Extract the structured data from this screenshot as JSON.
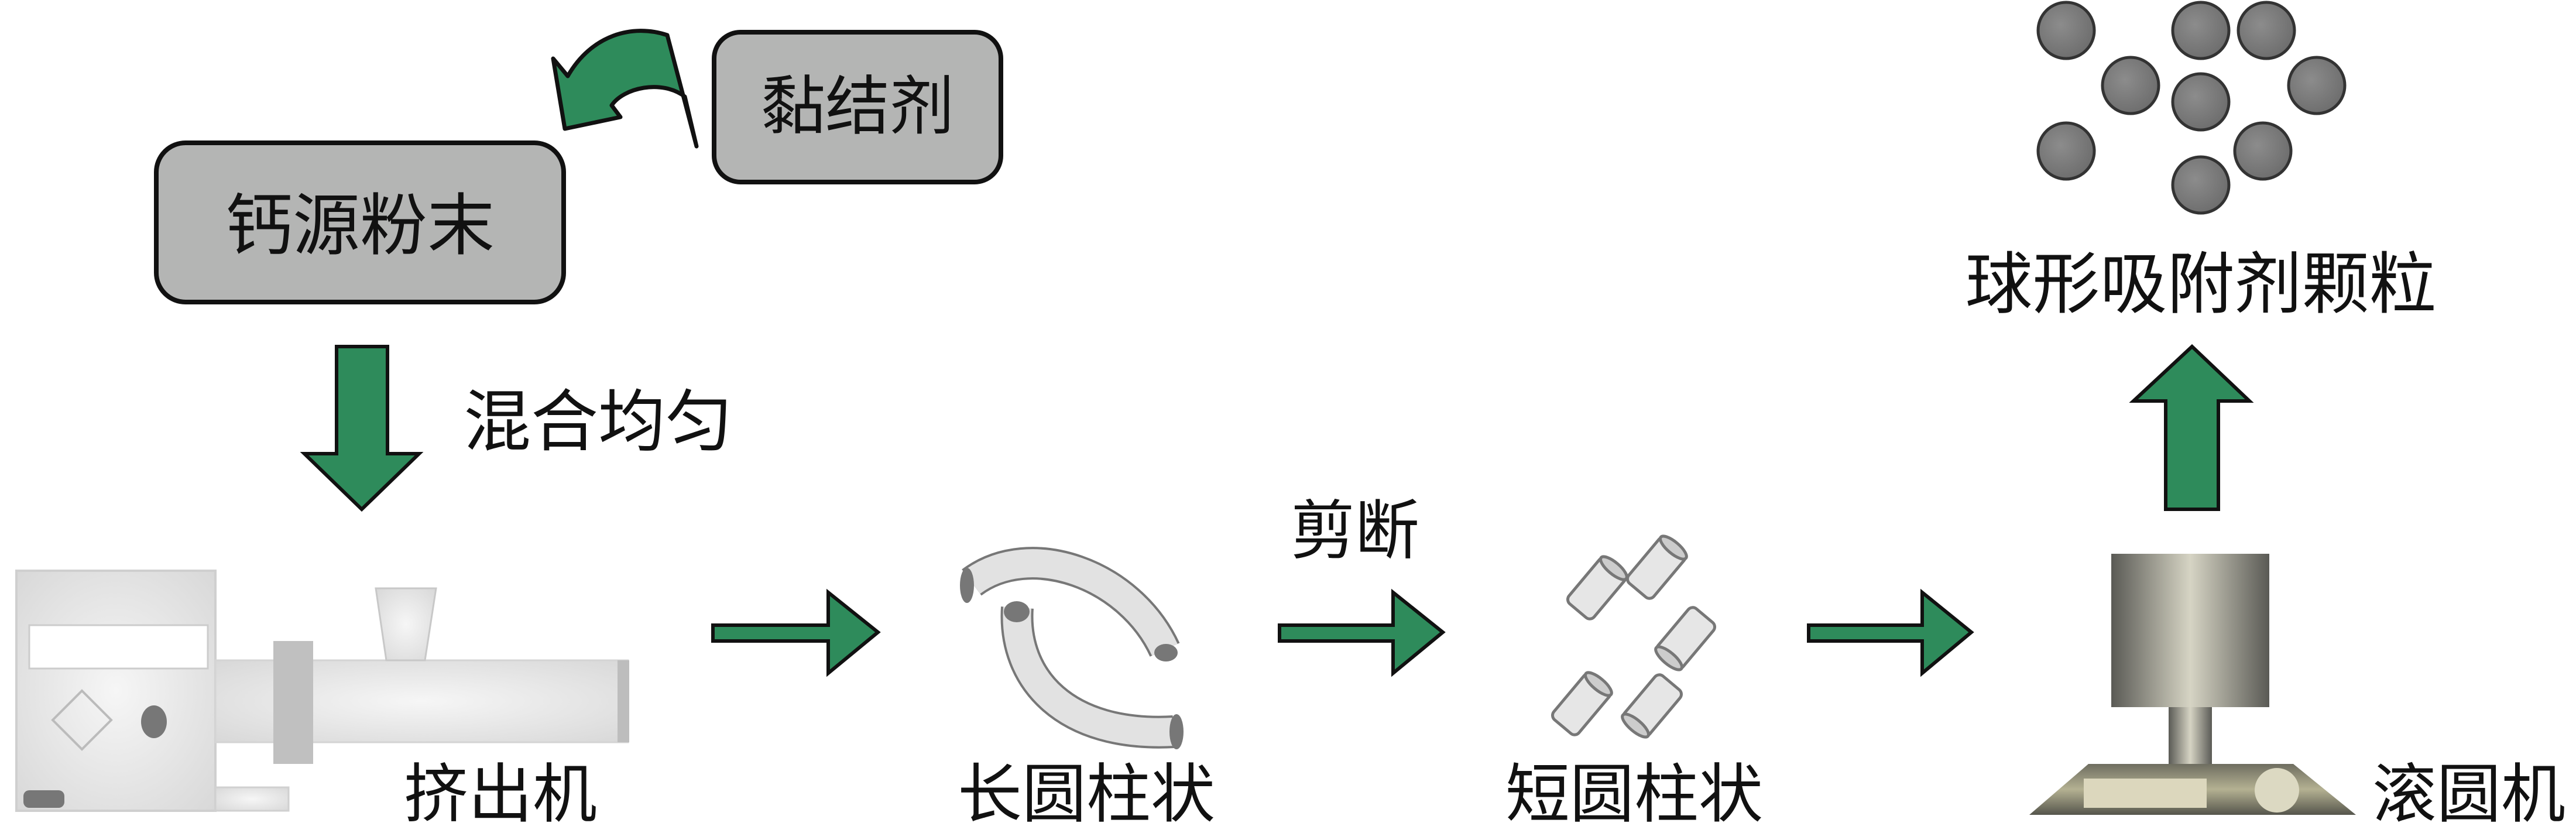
{
  "boxes": {
    "binder": "黏结剂",
    "calcium_powder": "钙源粉末"
  },
  "steps": {
    "mix": "混合均匀",
    "cut": "剪断"
  },
  "labels": {
    "extruder": "挤出机",
    "long_cylinder": "长圆柱状",
    "short_cylinder": "短圆柱状",
    "spheronizer": "滚圆机",
    "spherical_granules": "球形吸附剂颗粒"
  },
  "colors": {
    "arrow": "#2e8b5b",
    "box": "#b4b5b4",
    "sphere": "#7a7a7a"
  }
}
